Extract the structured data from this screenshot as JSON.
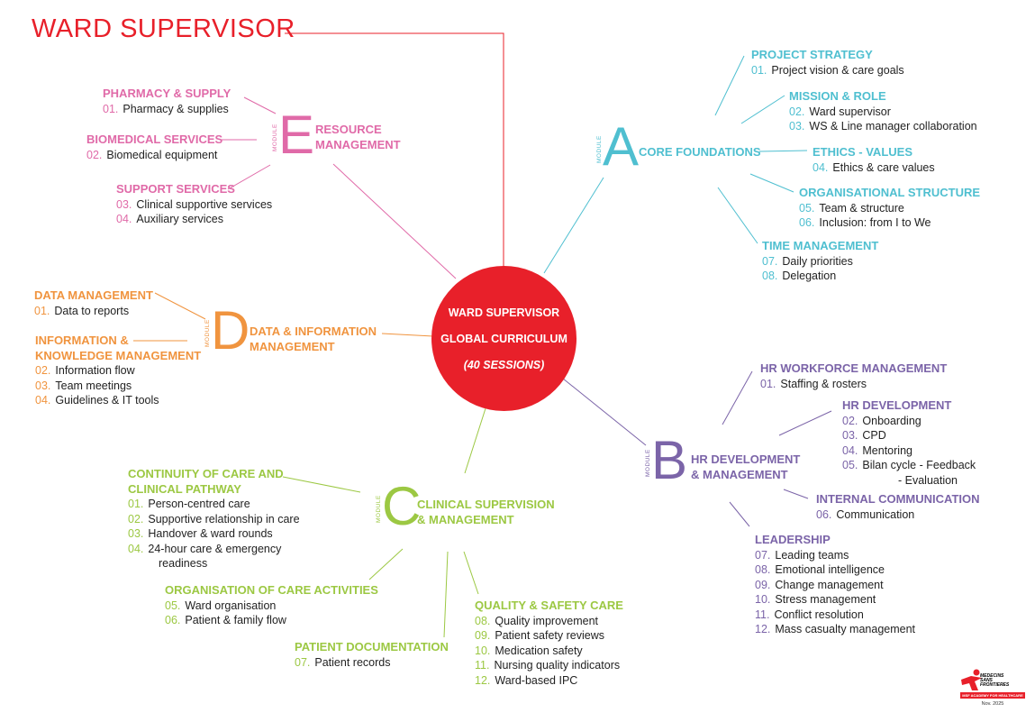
{
  "title": "WARD SUPERVISOR",
  "center": {
    "line1": "WARD SUPERVISOR",
    "line2": "GLOBAL CURRICULUM",
    "line3": "(40 SESSIONS)",
    "color": "#e8202a"
  },
  "logo": {
    "name": "MEDECINS SANS FRONTIERES",
    "academy": "MSF ACADEMY FOR HEALTHCARE",
    "date": "Nov. 2025"
  },
  "modules": [
    {
      "letter": "A",
      "module_label": "MODULE",
      "color": "#4fbfd0",
      "title": [
        "CORE FOUNDATIONS"
      ],
      "groups": [
        {
          "heading": [
            "PROJECT STRATEGY"
          ],
          "items": [
            {
              "num": "01.",
              "text": "Project vision & care goals"
            }
          ]
        },
        {
          "heading": [
            "MISSION & ROLE"
          ],
          "items": [
            {
              "num": "02.",
              "text": "Ward supervisor"
            },
            {
              "num": "03.",
              "text": "WS & Line manager collaboration"
            }
          ]
        },
        {
          "heading": [
            "ETHICS - VALUES"
          ],
          "items": [
            {
              "num": "04.",
              "text": "Ethics & care values"
            }
          ]
        },
        {
          "heading": [
            "ORGANISATIONAL STRUCTURE"
          ],
          "items": [
            {
              "num": "05.",
              "text": "Team & structure"
            },
            {
              "num": "06.",
              "text": "Inclusion: from I to We"
            }
          ]
        },
        {
          "heading": [
            "TIME MANAGEMENT"
          ],
          "items": [
            {
              "num": "07.",
              "text": "Daily priorities"
            },
            {
              "num": "08.",
              "text": "Delegation"
            }
          ]
        }
      ]
    },
    {
      "letter": "B",
      "module_label": "MODULE",
      "color": "#7b64a8",
      "title": [
        "HR DEVELOPMENT",
        "& MANAGEMENT"
      ],
      "groups": [
        {
          "heading": [
            "HR WORKFORCE MANAGEMENT"
          ],
          "items": [
            {
              "num": "01.",
              "text": "Staffing & rosters"
            }
          ]
        },
        {
          "heading": [
            "HR DEVELOPMENT"
          ],
          "items": [
            {
              "num": "02.",
              "text": "Onboarding"
            },
            {
              "num": "03.",
              "text": "CPD"
            },
            {
              "num": "04.",
              "text": "Mentoring"
            },
            {
              "num": "05.",
              "text": "Bilan cycle - Feedback",
              "cont": "- Evaluation"
            }
          ]
        },
        {
          "heading": [
            "INTERNAL COMMUNICATION"
          ],
          "items": [
            {
              "num": "06.",
              "text": "Communication"
            }
          ]
        },
        {
          "heading": [
            "LEADERSHIP"
          ],
          "items": [
            {
              "num": "07.",
              "text": "Leading teams"
            },
            {
              "num": "08.",
              "text": "Emotional intelligence"
            },
            {
              "num": "09.",
              "text": "Change management"
            },
            {
              "num": "10.",
              "text": "Stress management"
            },
            {
              "num": "11.",
              "text": "Conflict resolution"
            },
            {
              "num": "12.",
              "text": "Mass casualty management"
            }
          ]
        }
      ]
    },
    {
      "letter": "C",
      "module_label": "MODULE",
      "color": "#9cc843",
      "title": [
        "CLINICAL SUPERVISION",
        "& MANAGEMENT"
      ],
      "groups": [
        {
          "heading": [
            "CONTINUITY OF CARE AND",
            "CLINICAL PATHWAY"
          ],
          "items": [
            {
              "num": "01.",
              "text": "Person-centred care"
            },
            {
              "num": "02.",
              "text": "Supportive relationship in care"
            },
            {
              "num": "03.",
              "text": "Handover & ward rounds"
            },
            {
              "num": "04.",
              "text": "24-hour care & emergency",
              "cont": "readiness"
            }
          ]
        },
        {
          "heading": [
            "ORGANISATION OF CARE ACTIVITIES"
          ],
          "items": [
            {
              "num": "05.",
              "text": "Ward organisation"
            },
            {
              "num": "06.",
              "text": "Patient & family flow"
            }
          ]
        },
        {
          "heading": [
            "PATIENT DOCUMENTATION"
          ],
          "items": [
            {
              "num": "07.",
              "text": "Patient records"
            }
          ]
        },
        {
          "heading": [
            "QUALITY & SAFETY CARE"
          ],
          "items": [
            {
              "num": "08.",
              "text": "Quality improvement"
            },
            {
              "num": "09.",
              "text": "Patient safety reviews"
            },
            {
              "num": "10.",
              "text": "Medication safety"
            },
            {
              "num": "11.",
              "text": "Nursing quality indicators"
            },
            {
              "num": "12.",
              "text": "Ward-based IPC"
            }
          ]
        }
      ]
    },
    {
      "letter": "D",
      "module_label": "MODULE",
      "color": "#f0943f",
      "title": [
        "DATA & INFORMATION",
        "MANAGEMENT"
      ],
      "groups": [
        {
          "heading": [
            "DATA MANAGEMENT"
          ],
          "items": [
            {
              "num": "01.",
              "text": "Data to reports"
            }
          ]
        },
        {
          "heading": [
            "INFORMATION &",
            "KNOWLEDGE MANAGEMENT"
          ],
          "items": [
            {
              "num": "02.",
              "text": "Information flow"
            },
            {
              "num": "03.",
              "text": "Team meetings"
            },
            {
              "num": "04.",
              "text": "Guidelines & IT tools"
            }
          ]
        }
      ]
    },
    {
      "letter": "E",
      "module_label": "MODULE",
      "color": "#e06aa8",
      "title": [
        "RESOURCE",
        "MANAGEMENT"
      ],
      "groups": [
        {
          "heading": [
            "PHARMACY & SUPPLY"
          ],
          "items": [
            {
              "num": "01.",
              "text": "Pharmacy & supplies"
            }
          ]
        },
        {
          "heading": [
            "BIOMEDICAL SERVICES"
          ],
          "items": [
            {
              "num": "02.",
              "text": "Biomedical equipment"
            }
          ]
        },
        {
          "heading": [
            "SUPPORT SERVICES"
          ],
          "items": [
            {
              "num": "03.",
              "text": "Clinical supportive services"
            },
            {
              "num": "04.",
              "text": "Auxiliary services"
            }
          ]
        }
      ]
    }
  ]
}
